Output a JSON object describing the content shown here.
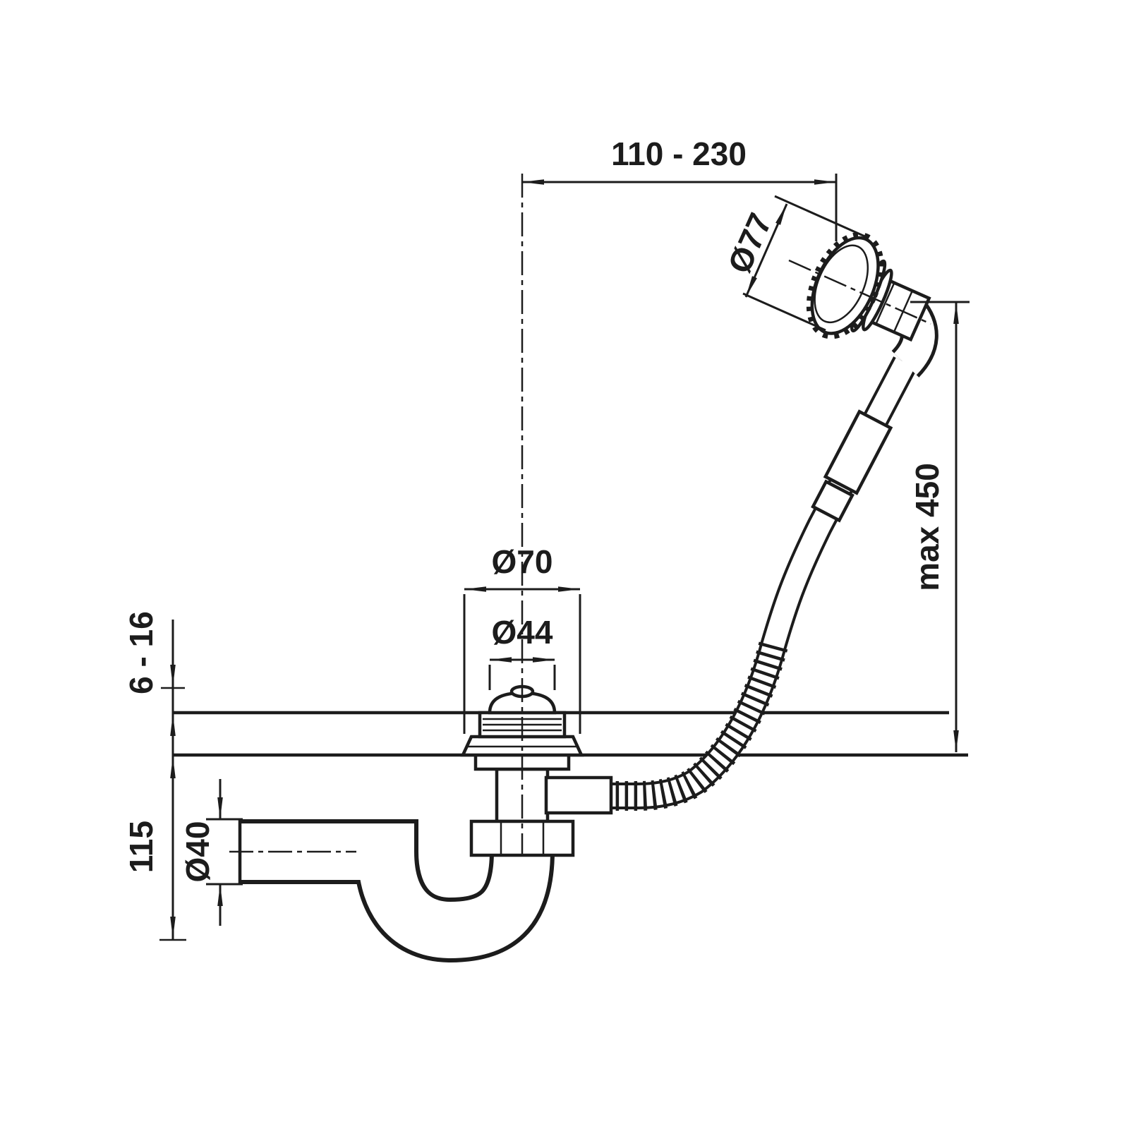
{
  "diagram": {
    "background": "#ffffff",
    "line_color": "#1c1c1c",
    "dimensions": {
      "top_offset": "110 - 230",
      "knob_diameter": "Ø77",
      "max_height": "max 450",
      "flange_diameter": "Ø70",
      "plug_diameter": "Ø44",
      "rim_thickness": "6 - 16",
      "trap_depth": "115",
      "pipe_diameter": "Ø40"
    }
  }
}
